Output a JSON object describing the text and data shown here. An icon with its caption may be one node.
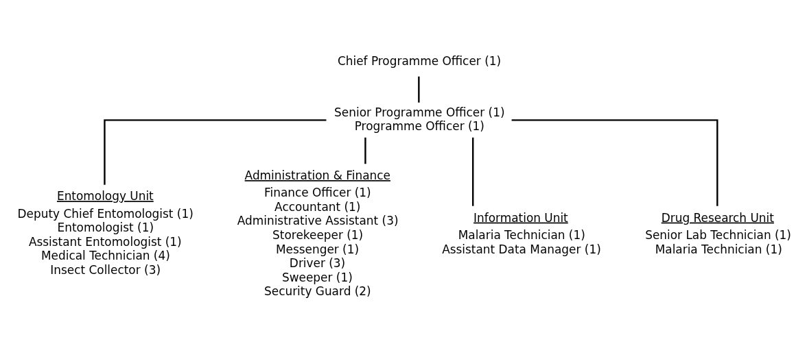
{
  "diagram": {
    "nodes": [
      {
        "text": [
          "Chief Programme Officer (1)"
        ]
      },
      {
        "text": [
          "Senior Programme Officer (1)",
          "Programme Officer (1)"
        ]
      },
      {
        "text": [
          "Entomology Unit",
          "Deputy Chief Entomologist (1)",
          "Entomologist (1)",
          "Assistant Entomologist (1)",
          "Medical Technician (4)",
          "Insect Collector (3)"
        ]
      },
      {
        "text": [
          "Administration & Finance",
          "Finance Officer (1)",
          "Accountant (1)",
          "Administrative Assistant (3)",
          "Storekeeper (1)",
          "Messenger (1)",
          "Driver (3)",
          "Sweeper (1)",
          "Security Guard (2)"
        ]
      },
      {
        "text": [
          "Information Unit",
          "Malaria Technician (1)",
          "Assistant Data Manager (1)"
        ]
      },
      {
        "text": [
          "Drug Research Unit",
          "Senior Lab Technician (1)",
          "Malaria Technician (1)"
        ]
      }
    ],
    "edges": [
      {
        "from": 0,
        "to": 1,
        "arrow": "none"
      },
      {
        "from": 1,
        "to": 2,
        "arrow": "none"
      },
      {
        "from": 1,
        "to": 3,
        "arrow": "none"
      },
      {
        "from": 1,
        "to": 4,
        "arrow": "none"
      },
      {
        "from": 1,
        "to": 5,
        "arrow": "none"
      }
    ]
  }
}
